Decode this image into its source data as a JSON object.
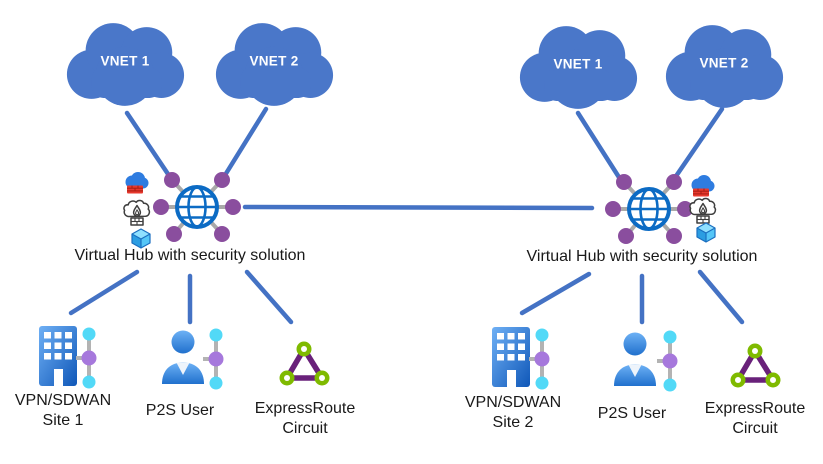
{
  "diagram": {
    "left_region": {
      "vnets": [
        {
          "label": "VNET 1"
        },
        {
          "label": "VNET 2"
        }
      ],
      "hub": {
        "label": "Virtual Hub with security solution",
        "security_icons": [
          {
            "name": "firewall-manager-cloud-icon"
          },
          {
            "name": "azure-firewall-icon"
          },
          {
            "name": "nva-cube-icon"
          }
        ]
      },
      "branches": {
        "vpn_site": {
          "label_line1": "VPN/SDWAN",
          "label_line2": "Site 1"
        },
        "p2s_user": {
          "label": "P2S User"
        },
        "expressroute": {
          "label_line1": "ExpressRoute",
          "label_line2": "Circuit"
        }
      }
    },
    "right_region": {
      "vnets": [
        {
          "label": "VNET 1"
        },
        {
          "label": "VNET 2"
        }
      ],
      "hub": {
        "label": "Virtual Hub with security solution",
        "security_icons": [
          {
            "name": "firewall-manager-cloud-icon"
          },
          {
            "name": "azure-firewall-icon"
          },
          {
            "name": "nva-cube-icon"
          }
        ]
      },
      "branches": {
        "vpn_site": {
          "label_line1": "VPN/SDWAN",
          "label_line2": "Site 2"
        },
        "p2s_user": {
          "label": "P2S User"
        },
        "expressroute": {
          "label_line1": "ExpressRoute",
          "label_line2": "Circuit"
        }
      }
    }
  },
  "colors": {
    "cloud_blue": "#4a77c9",
    "link_blue": "#4472c4",
    "globe_blue": "#0c6bc4",
    "hub_dot_purple": "#8a4e9e",
    "spoke_gray": "#a9a9a9",
    "cyan_dot": "#52d9f7",
    "lavender_dot": "#a678dc",
    "er_purple": "#69217a",
    "er_green": "#7fba00",
    "building_blue_light": "#6fb0f5",
    "building_blue_dark": "#0f57b8",
    "person_blue_light": "#6db1f5",
    "person_blue_dark": "#2070cd",
    "vnet_text": "#ffffff",
    "label_text": "#191919"
  }
}
